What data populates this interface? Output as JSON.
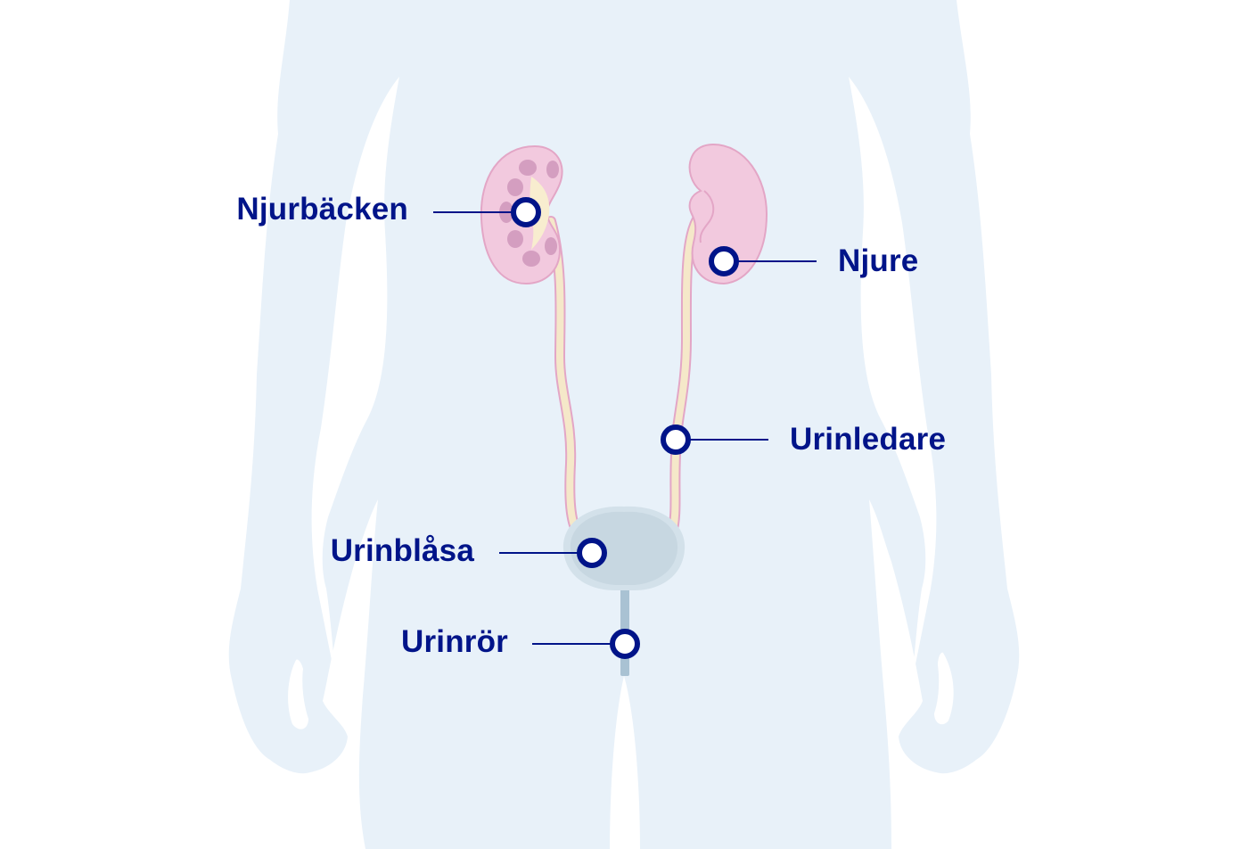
{
  "colors": {
    "background": "#ffffff",
    "body_silhouette": "#e8f1f9",
    "kidney_fill": "#f2c9de",
    "kidney_stroke": "#e3a6c6",
    "kidney_calyx": "#d49ec0",
    "renal_pelvis": "#f8edcf",
    "ureter": "#f5e8c9",
    "bladder_fill": "#c7d7e1",
    "bladder_outline": "#d3e1ea",
    "urethra": "#a9c2d3",
    "marker": "#001489",
    "label_text": "#001489"
  },
  "labels": {
    "njurbacken": "Njurbäcken",
    "njure": "Njure",
    "urinledare": "Urinledare",
    "urinblasa": "Urinblåsa",
    "urinror": "Urinrör"
  },
  "icons": {
    "marker": "ring-marker-icon"
  }
}
